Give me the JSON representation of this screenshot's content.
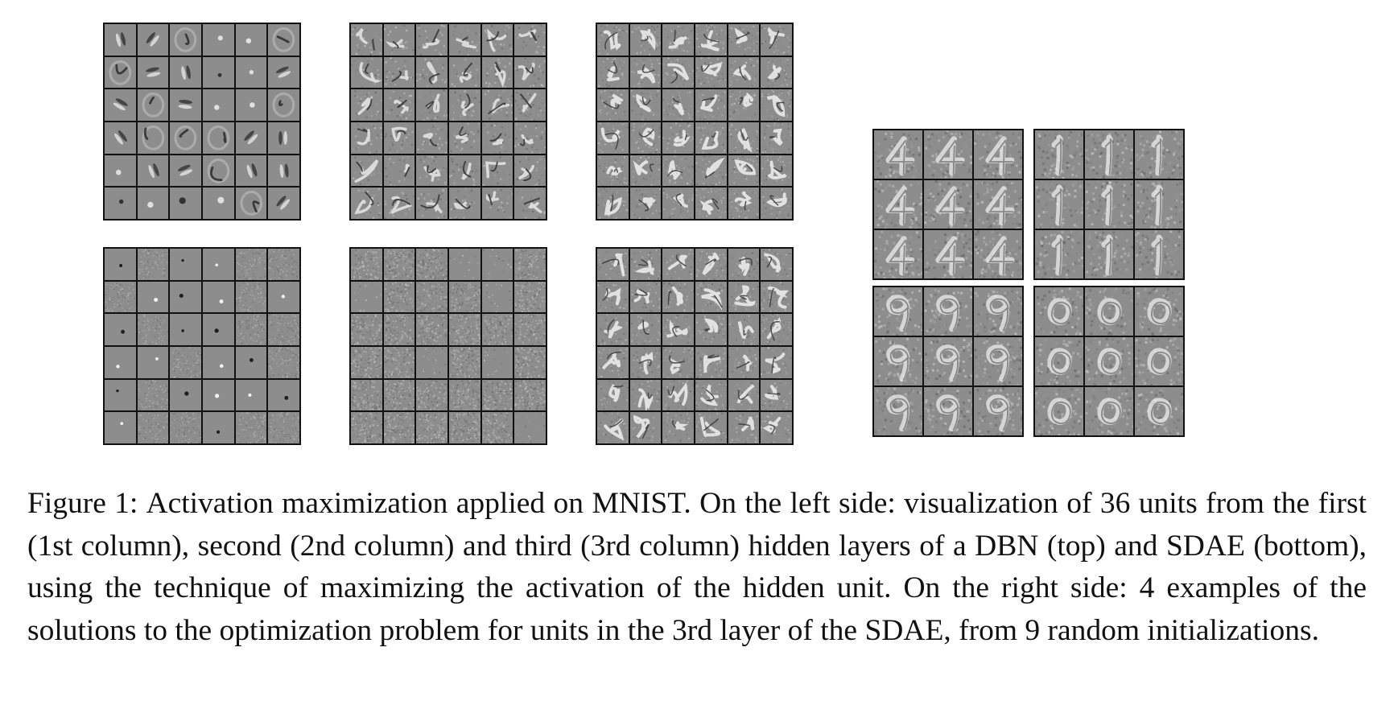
{
  "figure": {
    "label": "Figure 1:",
    "caption": "Activation maximization applied on MNIST. On the left side: visualization of 36 units from the first (1st column), second (2nd column) and third (3rd column) hidden layers of a DBN (top) and SDAE (bottom), using the technique of maximizing the activation of the hidden unit. On the right side: 4 examples of the solutions to the optimization problem for units in the 3rd layer of the SDAE, from 9 random initializations."
  },
  "left_panels": [
    {
      "id": "dbn-layer1",
      "tiles": 36,
      "style": "edge"
    },
    {
      "id": "dbn-layer2",
      "tiles": 36,
      "style": "stroke"
    },
    {
      "id": "dbn-layer3",
      "tiles": 36,
      "style": "digit"
    },
    {
      "id": "sdae-layer1",
      "tiles": 36,
      "style": "blob"
    },
    {
      "id": "sdae-layer2",
      "tiles": 36,
      "style": "noise"
    },
    {
      "id": "sdae-layer3",
      "tiles": 36,
      "style": "digit"
    }
  ],
  "right_panels": [
    {
      "id": "sdae-unit-a",
      "tiles": 9,
      "glyph": "4"
    },
    {
      "id": "sdae-unit-b",
      "tiles": 9,
      "glyph": "1"
    },
    {
      "id": "sdae-unit-c",
      "tiles": 9,
      "glyph": "9"
    },
    {
      "id": "sdae-unit-d",
      "tiles": 9,
      "glyph": "o"
    }
  ]
}
